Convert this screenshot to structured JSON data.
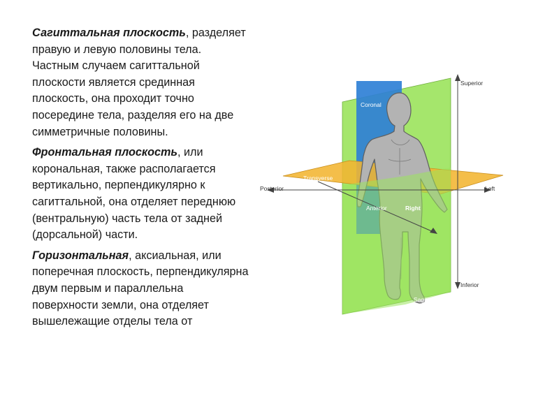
{
  "paragraphs": [
    {
      "term": "Сагиттальная плоскость",
      "rest": ", разделяет правую и левую половины тела. Частным случаем сагиттальной плоскости является срединная плоскость, она проходит точно посередине тела, разделяя его на две симметричные половины."
    },
    {
      "term": "Фронтальная плоскость",
      "rest": ", или корональная,  также располагается вертикально, перпендикулярно к сагиттальной, она отделяет переднюю (вентральную) часть тела от задней (дорсальной) части."
    },
    {
      "term": "Горизонтальная",
      "rest": ", аксиальная, или поперечная плоскость, перпендикулярна двум первым и параллельна поверхности земли, она отделяет вышележащие отделы тела от"
    }
  ],
  "diagram": {
    "labels": {
      "superior": "Superior",
      "inferior": "Inferior",
      "posterior": "Posterior",
      "left": "Left",
      "right": "Right",
      "anterior": "Anterior",
      "coronal": "Coronal",
      "transverse": "Transverse",
      "sagittal": "Sagittal"
    },
    "colors": {
      "sagittal_plane": "#9be35c",
      "coronal_plane": "#2f80d6",
      "transverse_plane": "#f2b531",
      "body": "#b3b3b3",
      "body_outline": "#5f5f5f",
      "arrow": "#444444"
    }
  }
}
